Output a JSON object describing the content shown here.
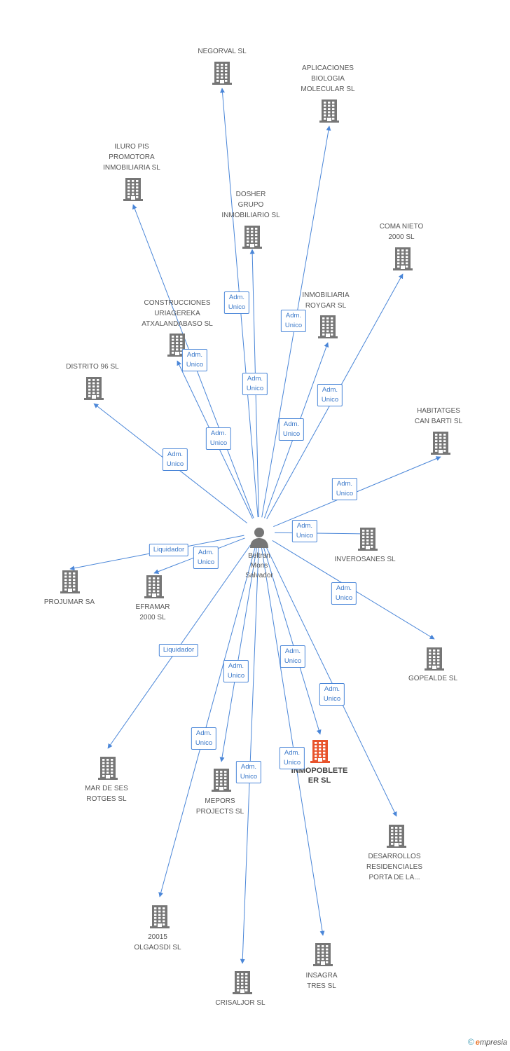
{
  "center": {
    "label": "Beltran\nMons\nSalvador"
  },
  "colors": {
    "edge": "#4a86d8",
    "building": "#767676",
    "highlight": "#e8532b"
  },
  "companies": [
    {
      "id": "negorval",
      "label": "NEGORVAL SL",
      "highlight": false
    },
    {
      "id": "aplicaciones",
      "label": "APLICACIONES\nBIOLOGIA\nMOLECULAR SL",
      "highlight": false
    },
    {
      "id": "iluro",
      "label": "ILURO PIS\nPROMOTORA\nINMOBILIARIA SL",
      "highlight": false
    },
    {
      "id": "dosher",
      "label": "DOSHER\nGRUPO\nINMOBILIARIO SL",
      "highlight": false
    },
    {
      "id": "coma",
      "label": "COMA NIETO\n2000 SL",
      "highlight": false
    },
    {
      "id": "construcciones",
      "label": "CONSTRUCCIONES\nURIAGEREKA\nATXALANDABASO SL",
      "highlight": false
    },
    {
      "id": "roygar",
      "label": "INMOBILIARIA\nROYGAR SL",
      "highlight": false
    },
    {
      "id": "distrito",
      "label": "DISTRITO 96 SL",
      "highlight": false
    },
    {
      "id": "habitatges",
      "label": "HABITATGES\nCAN BARTI SL",
      "highlight": false
    },
    {
      "id": "inverosanes",
      "label": "INVEROSANES SL",
      "highlight": false
    },
    {
      "id": "projumar",
      "label": "PROJUMAR SA",
      "highlight": false
    },
    {
      "id": "eframar",
      "label": "EFRAMAR\n2000 SL",
      "highlight": false
    },
    {
      "id": "gopealde",
      "label": "GOPEALDE SL",
      "highlight": false
    },
    {
      "id": "inmopobleteer",
      "label": "INMOPOBLETE\nER SL",
      "highlight": true
    },
    {
      "id": "marses",
      "label": "MAR DE SES\nROTGES SL",
      "highlight": false
    },
    {
      "id": "mepors",
      "label": "MEPORS\nPROJECTS SL",
      "highlight": false
    },
    {
      "id": "desarrollos",
      "label": "DESARROLLOS\nRESIDENCIALES\nPORTA DE LA...",
      "highlight": false
    },
    {
      "id": "olgaosdi",
      "label": "20015\nOLGAOSDI SL",
      "highlight": false
    },
    {
      "id": "insagra",
      "label": "INSAGRA\nTRES SL",
      "highlight": false
    },
    {
      "id": "crisaljor",
      "label": "CRISALJOR SL",
      "highlight": false
    }
  ],
  "relations": [
    {
      "target": "negorval",
      "label": "Adm.\nUnico"
    },
    {
      "target": "aplicaciones",
      "label": "Adm.\nUnico"
    },
    {
      "target": "iluro",
      "label": "Adm.\nUnico"
    },
    {
      "target": "dosher",
      "label": "Adm.\nUnico"
    },
    {
      "target": "coma",
      "label": "Adm.\nUnico"
    },
    {
      "target": "construcciones",
      "label": "Adm.\nUnico"
    },
    {
      "target": "roygar",
      "label": "Adm.\nUnico"
    },
    {
      "target": "distrito",
      "label": "Adm.\nUnico"
    },
    {
      "target": "habitatges",
      "label": "Adm.\nUnico"
    },
    {
      "target": "inverosanes",
      "label": "Adm.\nUnico"
    },
    {
      "target": "projumar",
      "label": "Liquidador"
    },
    {
      "target": "eframar",
      "label": "Adm.\nUnico"
    },
    {
      "target": "gopealde",
      "label": "Adm.\nUnico"
    },
    {
      "target": "inmopobleteer",
      "label": "Adm.\nUnico"
    },
    {
      "target": "marses",
      "label": "Liquidador"
    },
    {
      "target": "mepors",
      "label": "Adm.\nUnico"
    },
    {
      "target": "desarrollos",
      "label": "Adm.\nUnico"
    },
    {
      "target": "olgaosdi",
      "label": "Adm.\nUnico"
    },
    {
      "target": "insagra",
      "label": "Adm.\nUnico"
    },
    {
      "target": "crisaljor",
      "label": "Adm.\nUnico"
    }
  ],
  "footer": {
    "copyright": "©",
    "brand_e": "e",
    "brand_rest": "mpresia"
  }
}
